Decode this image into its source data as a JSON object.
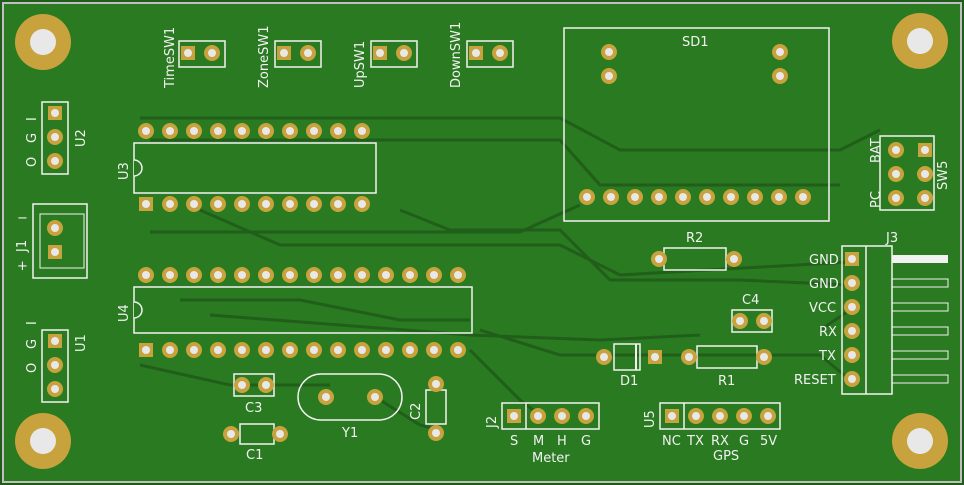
{
  "board": {
    "colors": {
      "substrate": "#1f5c1a",
      "copper": "#2a7a22",
      "trace": "#2f8a27",
      "pad": "#c8a23c",
      "drill": "#e8e8e8",
      "silk": "#f2f2f2",
      "edge": "#bfbfbf"
    },
    "switch_labels": {
      "time": "TimeSW1",
      "zone": "ZoneSW1",
      "up": "UpSW1",
      "down": "DownSW1"
    },
    "sd": {
      "ref": "SD1"
    },
    "u2": {
      "ref": "U2",
      "pins": [
        "I",
        "G",
        "O"
      ]
    },
    "u1": {
      "ref": "U1",
      "pins": [
        "I",
        "G",
        "O"
      ]
    },
    "j1": {
      "ref": "J1",
      "minus": "−",
      "plus": "+"
    },
    "u3": {
      "ref": "U3"
    },
    "u4": {
      "ref": "U4"
    },
    "sw5": {
      "ref": "SW5",
      "bat": "BAT",
      "pc": "PC"
    },
    "r2": {
      "ref": "R2"
    },
    "j3": {
      "ref": "J3",
      "pins": [
        "GND",
        "GND",
        "VCC",
        "RX",
        "TX",
        "RESET"
      ]
    },
    "c4": {
      "ref": "C4"
    },
    "d1": {
      "ref": "D1"
    },
    "r1": {
      "ref": "R1"
    },
    "c3": {
      "ref": "C3"
    },
    "c1": {
      "ref": "C1"
    },
    "y1": {
      "ref": "Y1"
    },
    "c2": {
      "ref": "C2"
    },
    "j2": {
      "ref": "J2",
      "pins": [
        "S",
        "M",
        "H",
        "G"
      ],
      "label": "Meter"
    },
    "u5": {
      "ref": "U5",
      "pins": [
        "NC",
        "TX",
        "RX",
        "G",
        "5V"
      ],
      "label": "GPS"
    }
  }
}
